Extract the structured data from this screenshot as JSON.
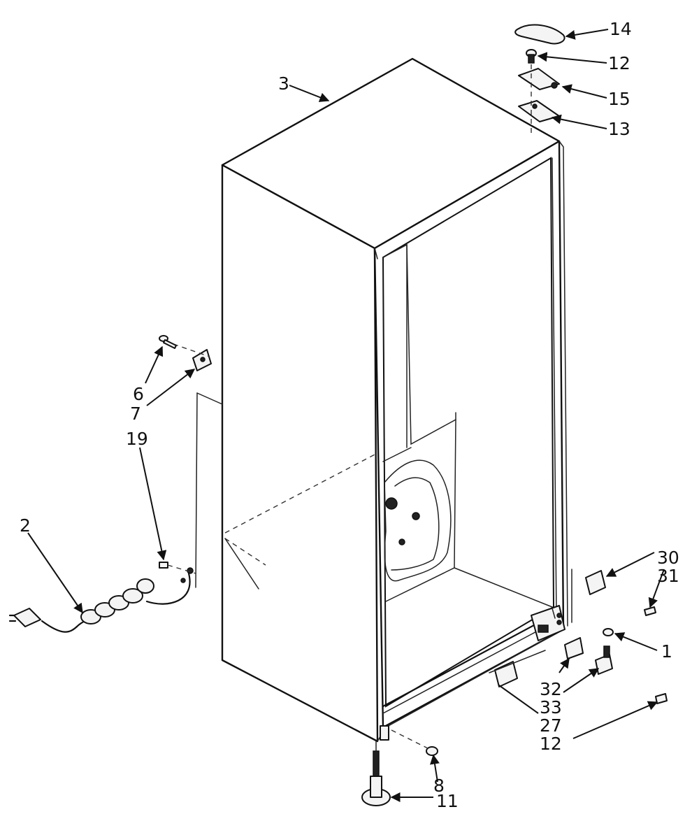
{
  "diagram": {
    "callouts": [
      {
        "id": "c1",
        "text": "1"
      },
      {
        "id": "c2",
        "text": "2"
      },
      {
        "id": "c3",
        "text": "3"
      },
      {
        "id": "c6",
        "text": "6"
      },
      {
        "id": "c7",
        "text": "7"
      },
      {
        "id": "c8",
        "text": "8"
      },
      {
        "id": "c11",
        "text": "11"
      },
      {
        "id": "c12a",
        "text": "12"
      },
      {
        "id": "c12b",
        "text": "12"
      },
      {
        "id": "c13",
        "text": "13"
      },
      {
        "id": "c14",
        "text": "14"
      },
      {
        "id": "c15",
        "text": "15"
      },
      {
        "id": "c19",
        "text": "19"
      },
      {
        "id": "c27",
        "text": "27"
      },
      {
        "id": "c30",
        "text": "30"
      },
      {
        "id": "c31",
        "text": "31"
      },
      {
        "id": "c32",
        "text": "32"
      },
      {
        "id": "c33",
        "text": "33"
      }
    ]
  }
}
